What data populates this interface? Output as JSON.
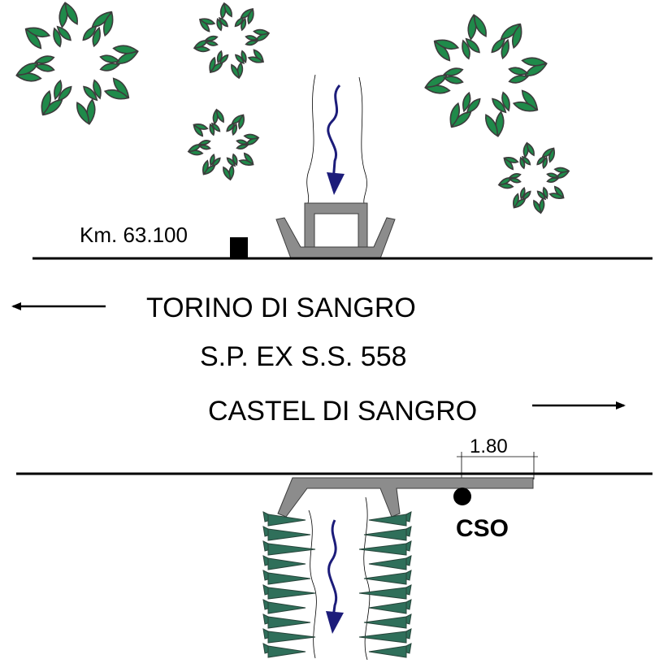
{
  "labels": {
    "km_marker": "Km. 63.100",
    "west_destination": "TORINO DI SANGRO",
    "road_name": "S.P. EX S.S. 558",
    "east_destination": "CASTEL DI SANGRO",
    "width_dimension": "1.80",
    "outfall_label": "CSO"
  },
  "colors": {
    "foliage_fill": "#1f8a4a",
    "foliage_outline": "#3c3c3c",
    "structure_gray": "#8c8c8c",
    "flow_arrow": "#1c1c7a",
    "ink": "#000000"
  },
  "icons": {
    "tree": "tree-icon",
    "reed": "reed-icon",
    "flow_arrow": "water-flow-arrow-icon",
    "direction_arrow": "direction-arrow-icon"
  }
}
